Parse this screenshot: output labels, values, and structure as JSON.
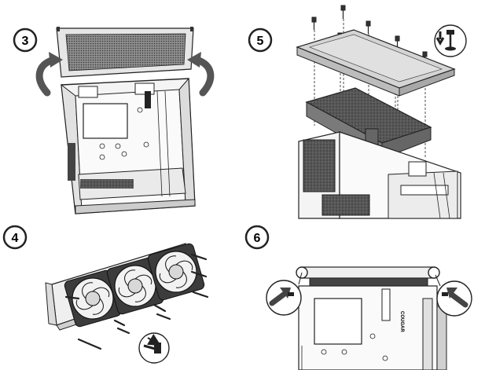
{
  "steps": [
    {
      "number": "3"
    },
    {
      "number": "5"
    },
    {
      "number": "4"
    },
    {
      "number": "6"
    }
  ],
  "brand_text": "COUGAR",
  "colors": {
    "line": "#222222",
    "panel_fill": "#d8d8d8",
    "mesh_fill": "#9a9a9a",
    "case_fill": "#f4f4f4",
    "radiator_fill": "#5a5a5a"
  }
}
